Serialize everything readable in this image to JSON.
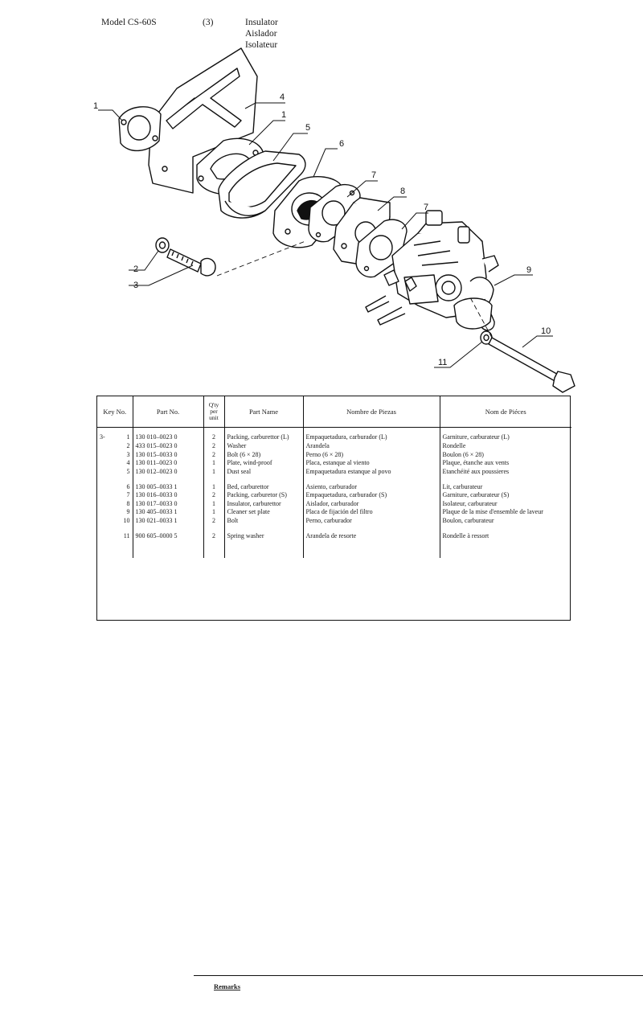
{
  "header": {
    "model": "Model  CS-60S",
    "section": "(3)",
    "title_en": "Insulator",
    "title_es": "Aislador",
    "title_fr": "Isolateur"
  },
  "callouts": [
    "1",
    "4",
    "1",
    "5",
    "6",
    "7",
    "8",
    "7",
    "9",
    "2",
    "3",
    "10",
    "11"
  ],
  "table": {
    "headers": {
      "key_no": "Key No.",
      "part_no": "Part No.",
      "qty_line1": "Q'ty",
      "qty_line2": "per",
      "qty_line3": "unit",
      "part_name": "Part Name",
      "nombre": "Nombre de Piezas",
      "nom": "Nom de Piéces"
    },
    "group_label": "3-",
    "rows": [
      {
        "key": "1",
        "part_no": "130 010–0023 0",
        "qty": "2",
        "name": "Packing, carburettor (L)",
        "es": "Empaquetadura, carburador (L)",
        "fr": "Garniture, carburateur (L)"
      },
      {
        "key": "2",
        "part_no": "433 015–0023 0",
        "qty": "2",
        "name": "Washer",
        "es": "Arandela",
        "fr": "Rondelle"
      },
      {
        "key": "3",
        "part_no": "130 015–0033 0",
        "qty": "2",
        "name": "Bolt (6 × 28)",
        "es": "Perno (6 × 28)",
        "fr": "Boulon (6 × 28)"
      },
      {
        "key": "4",
        "part_no": "130 011–0023 0",
        "qty": "1",
        "name": "Plate, wind-proof",
        "es": "Placa, estanque al viento",
        "fr": "Plaque, étanche aux vents"
      },
      {
        "key": "5",
        "part_no": "130 012–0023 0",
        "qty": "1",
        "name": "Dust seal",
        "es": "Empaquetadura estanque al povo",
        "fr": "Etanchéité aux poussieres"
      },
      {
        "key": "6",
        "part_no": "130 005–0033 1",
        "qty": "1",
        "name": "Bed, carburettor",
        "es": "Asiento, carburador",
        "fr": "Lit, carburateur"
      },
      {
        "key": "7",
        "part_no": "130 016–0033 0",
        "qty": "2",
        "name": "Packing, carburetor (S)",
        "es": "Empaquetadura, carburador (S)",
        "fr": "Garniture, carburateur (S)"
      },
      {
        "key": "8",
        "part_no": "130 017–0033 0",
        "qty": "1",
        "name": "Insulator, carburettor",
        "es": "Aislador, carburador",
        "fr": "Isolateur, carburateur"
      },
      {
        "key": "9",
        "part_no": "130 405–0033 1",
        "qty": "1",
        "name": "Cleaner set plate",
        "es": "Placa de fijación del filtro",
        "fr": "Plaque de la mise d'ensemble de laveur"
      },
      {
        "key": "10",
        "part_no": "130 021–0033 1",
        "qty": "2",
        "name": "Bolt",
        "es": "Perno, carburador",
        "fr": "Boulon, carburateur"
      },
      {
        "key": "11",
        "part_no": "900 605–0000 5",
        "qty": "2",
        "name": "Spring washer",
        "es": "Arandela de resorte",
        "fr": "Rondelle à ressort"
      }
    ],
    "remarks_label": "Remarks"
  }
}
